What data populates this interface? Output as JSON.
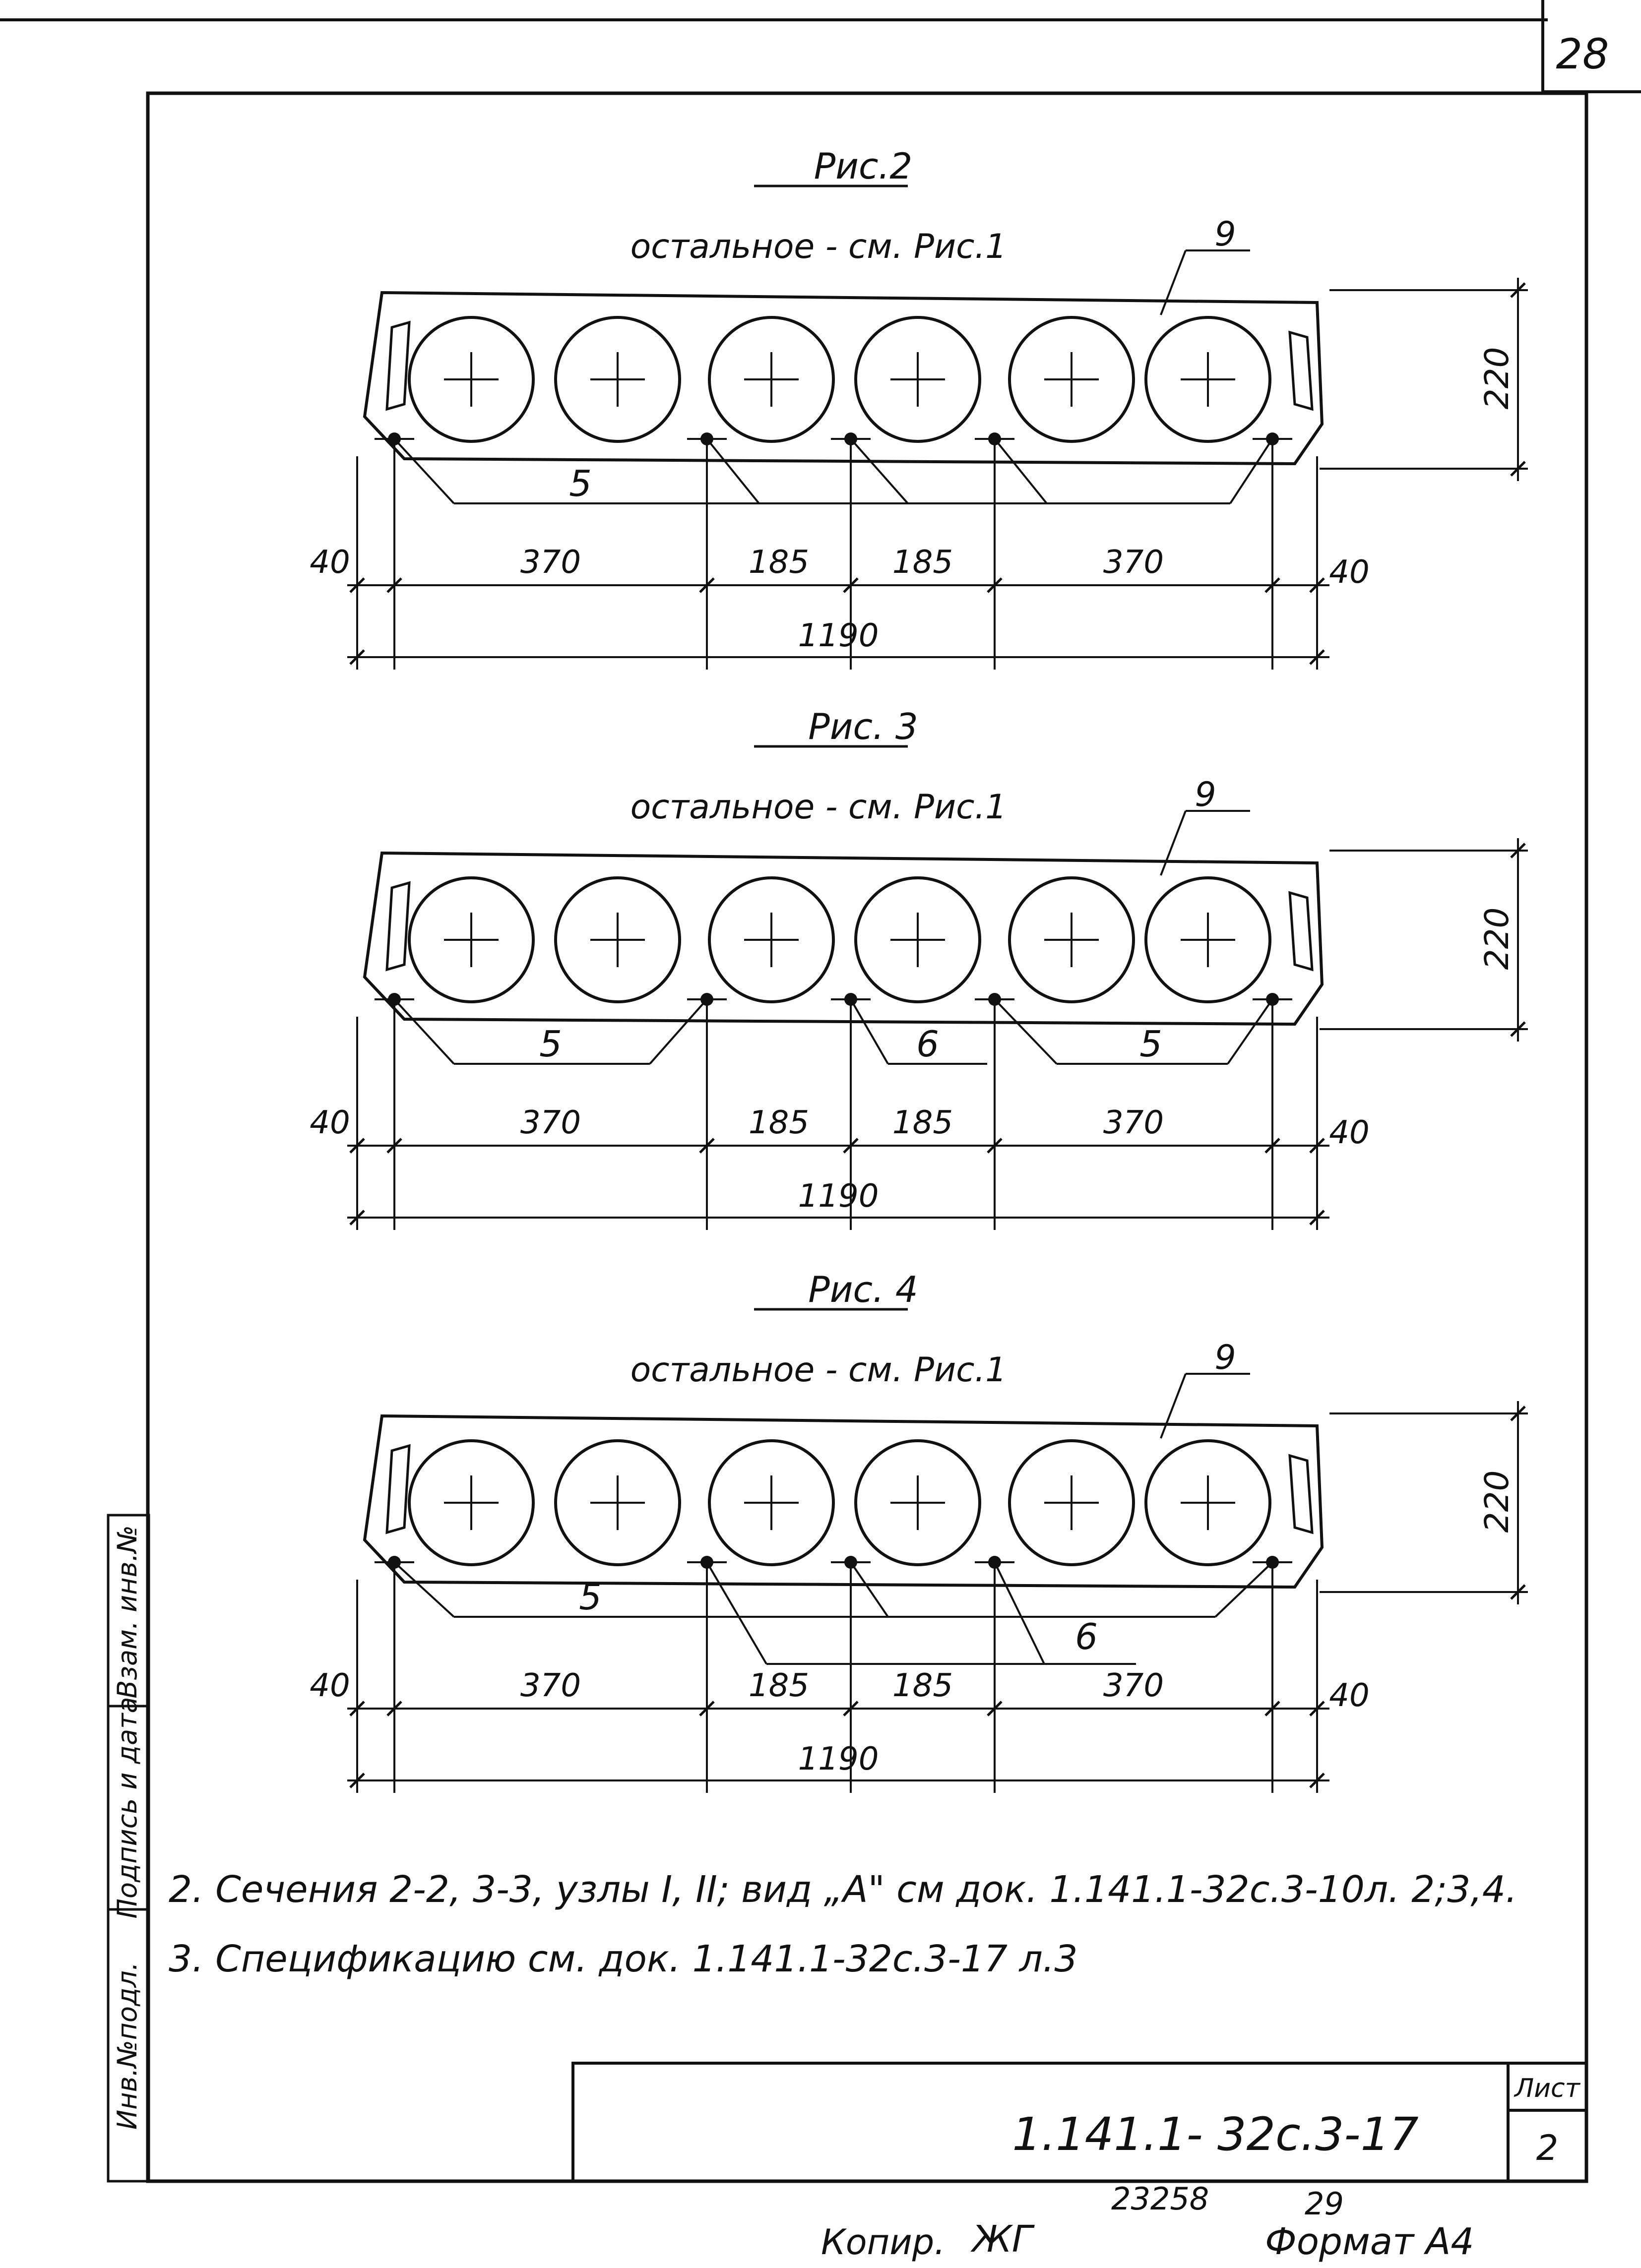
{
  "sheet_corner_number": "28",
  "figures": [
    {
      "title": "Рис.2",
      "subtitle": "остальное - см. Рис.1",
      "callouts": {
        "top": "9",
        "bottom": [
          "5"
        ]
      },
      "height_dim": "220",
      "dims_bottom": [
        "40",
        "370",
        "185",
        "185",
        "370",
        "40"
      ],
      "overall_dim": "1190"
    },
    {
      "title": "Рис. 3",
      "subtitle": "остальное - см. Рис.1",
      "callouts": {
        "top": "9",
        "bottom": [
          "5",
          "6",
          "5"
        ]
      },
      "height_dim": "220",
      "dims_bottom": [
        "40",
        "370",
        "185",
        "185",
        "370",
        "40"
      ],
      "overall_dim": "1190"
    },
    {
      "title": "Рис. 4",
      "subtitle": "остальное - см. Рис.1",
      "callouts": {
        "top": "9",
        "bottom": [
          "5",
          "6"
        ]
      },
      "height_dim": "220",
      "dims_bottom": [
        "40",
        "370",
        "185",
        "185",
        "370",
        "40"
      ],
      "overall_dim": "1190"
    }
  ],
  "notes": [
    "2. Сечения 2-2, 3-3, узлы I, II; вид „А\" см док. 1.141.1-32с.3-10л. 2;3,4.",
    "3. Спецификацию см. док. 1.141.1-32с.3-17 л.3"
  ],
  "side_stamp": [
    "Взам. инв.№",
    "Подпись и дата",
    "Инв.№подл."
  ],
  "title_block": {
    "code": "1.141.1- 32с.3-17",
    "sheet_label": "Лист",
    "sheet_number": "2"
  },
  "footer": {
    "copied": "Копир.",
    "signature": "ЖГ",
    "number_a": "23258",
    "number_b": "29",
    "format": "Формат А4"
  }
}
